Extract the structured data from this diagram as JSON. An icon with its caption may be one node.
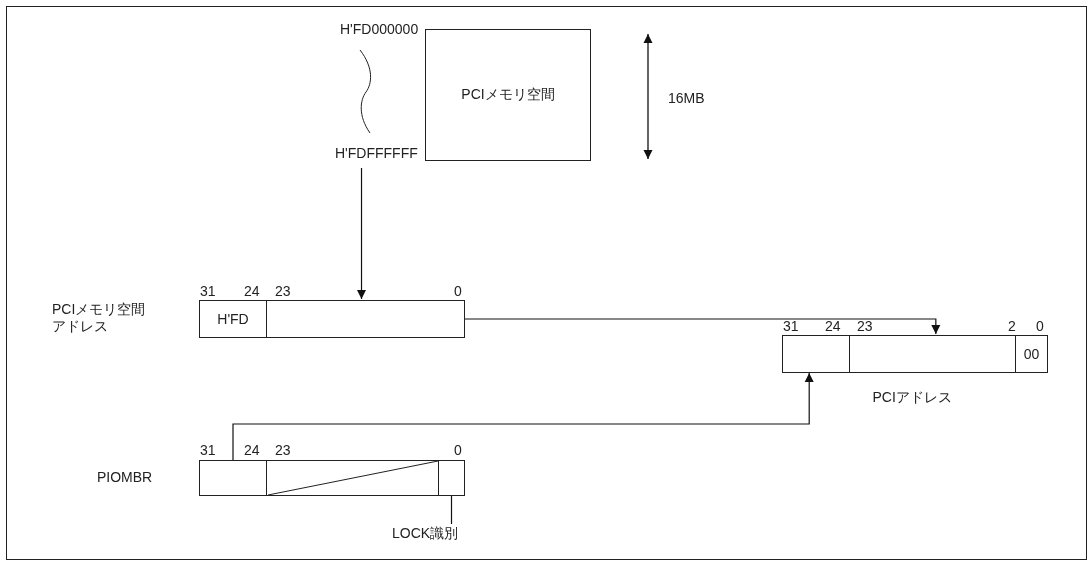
{
  "diagram": {
    "nodes": [
      {
        "text": [
          "PCIメモリ空間"
        ]
      },
      {
        "text": [
          "H'FD"
        ]
      },
      {
        "text": [],
        "shape": "box"
      },
      {
        "text": [],
        "shape": "box"
      },
      {
        "text": [],
        "shape": "box"
      },
      {
        "text": [
          "00"
        ]
      },
      {
        "text": [],
        "shape": "box"
      },
      {
        "text": [],
        "shape": "box"
      },
      {
        "text": [],
        "shape": "box"
      },
      {
        "text": [
          "LOCK識別"
        ]
      }
    ],
    "edges": [
      {
        "from": null,
        "to": 2,
        "arrow": "to"
      },
      {
        "from": 2,
        "to": 4,
        "arrow": "to"
      },
      {
        "from": 6,
        "to": 3,
        "arrow": "to"
      },
      {
        "from": 9,
        "to": 8,
        "arrow": "none"
      }
    ],
    "labels": [
      "H'FD000000",
      "H'FDFFFFFF",
      "16MB",
      "31",
      "24",
      "23",
      "0",
      "PCIメモリ空間アドレス",
      "31",
      "24",
      "23",
      "2",
      "0",
      "PCIアドレス",
      "31",
      "24",
      "23",
      "0",
      "PIOMBR"
    ]
  }
}
